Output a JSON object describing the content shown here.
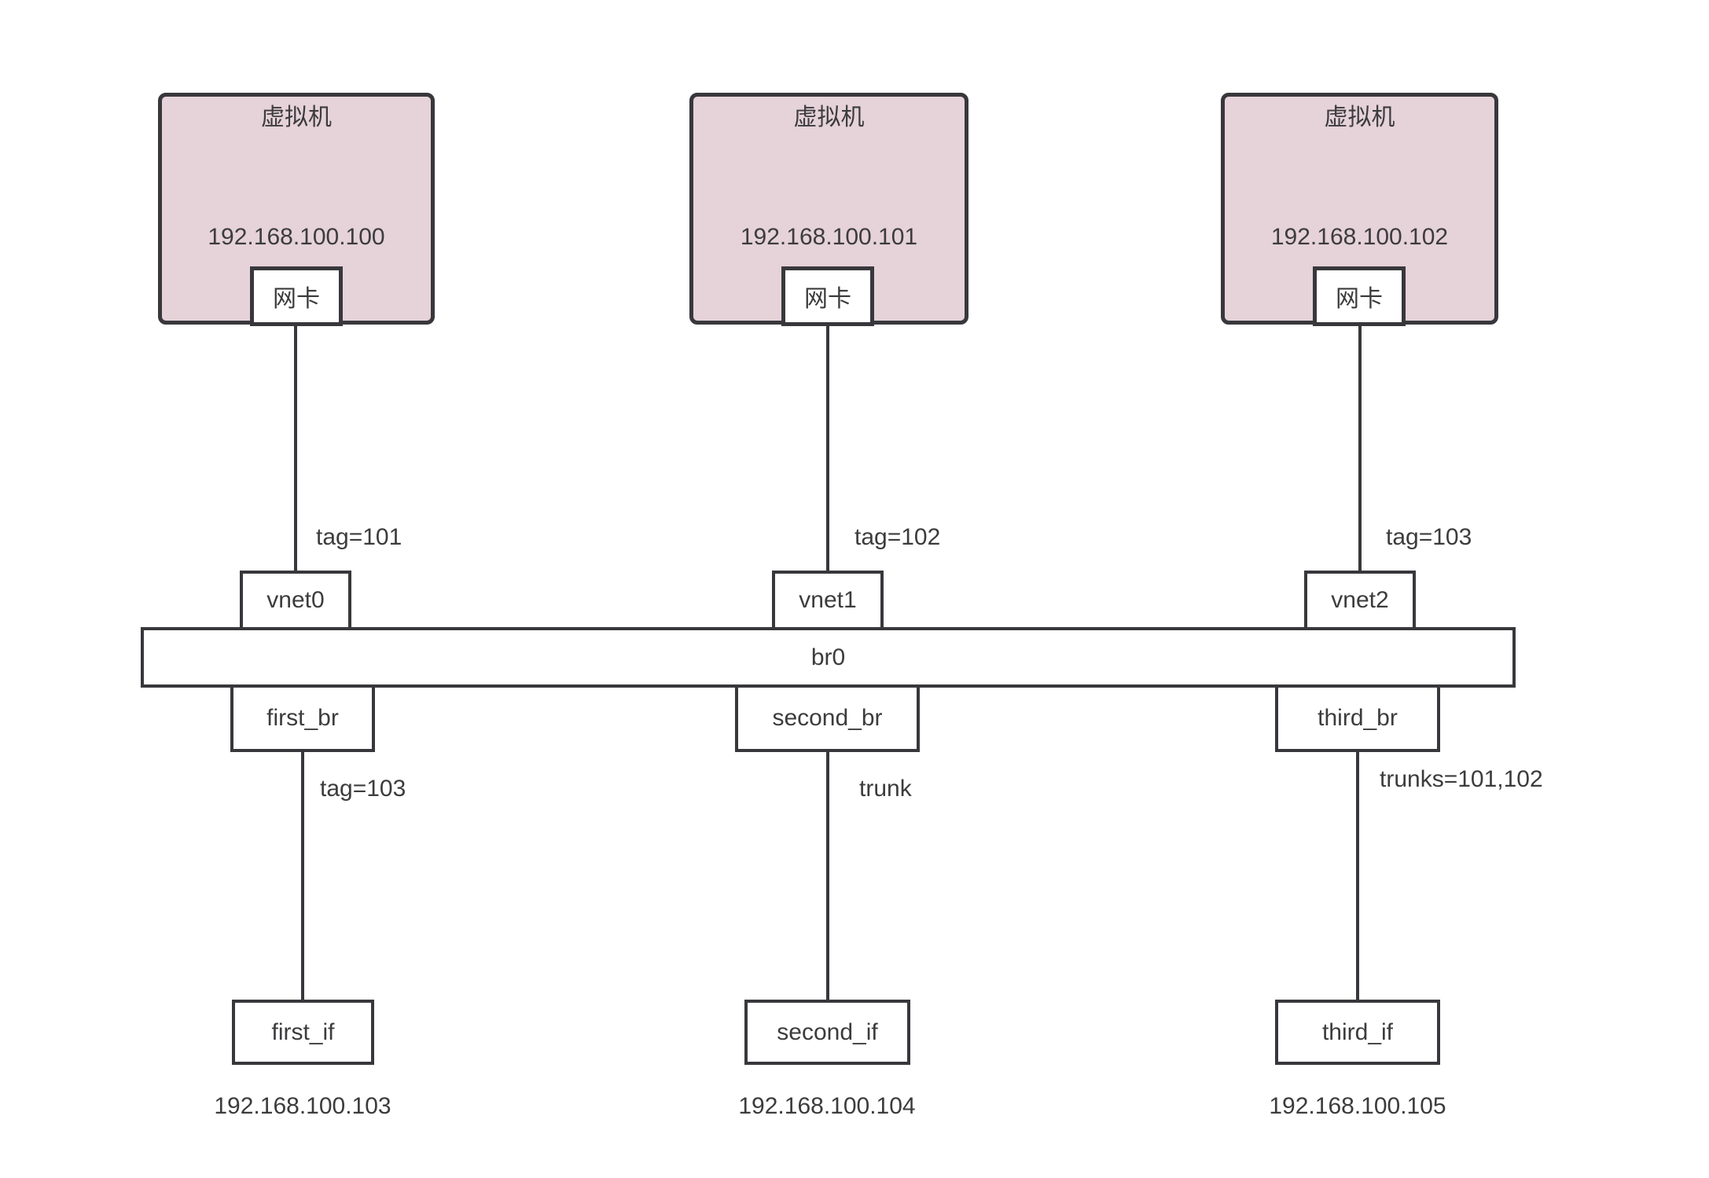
{
  "colors": {
    "vm_fill": "#e6d2d9",
    "stroke": "#38383c",
    "text": "#3c3c3e",
    "box_fill": "#ffffff",
    "background": "#ffffff"
  },
  "bridge": {
    "label": "br0"
  },
  "columns": [
    {
      "vm": {
        "title": "虚拟机",
        "ip": "192.168.100.100",
        "nic_label": "网卡"
      },
      "vnet_label": "vnet0",
      "vnet_tag": "tag=101",
      "bridge_port_label": "first_br",
      "bridge_port_tag": "tag=103",
      "interface_label": "first_if",
      "interface_ip": "192.168.100.103"
    },
    {
      "vm": {
        "title": "虚拟机",
        "ip": "192.168.100.101",
        "nic_label": "网卡"
      },
      "vnet_label": "vnet1",
      "vnet_tag": "tag=102",
      "bridge_port_label": "second_br",
      "bridge_port_tag": "trunk",
      "interface_label": "second_if",
      "interface_ip": "192.168.100.104"
    },
    {
      "vm": {
        "title": "虚拟机",
        "ip": "192.168.100.102",
        "nic_label": "网卡"
      },
      "vnet_label": "vnet2",
      "vnet_tag": "tag=103",
      "bridge_port_label": "third_br",
      "bridge_port_tag": "trunks=101,102",
      "interface_label": "third_if",
      "interface_ip": "192.168.100.105"
    }
  ]
}
